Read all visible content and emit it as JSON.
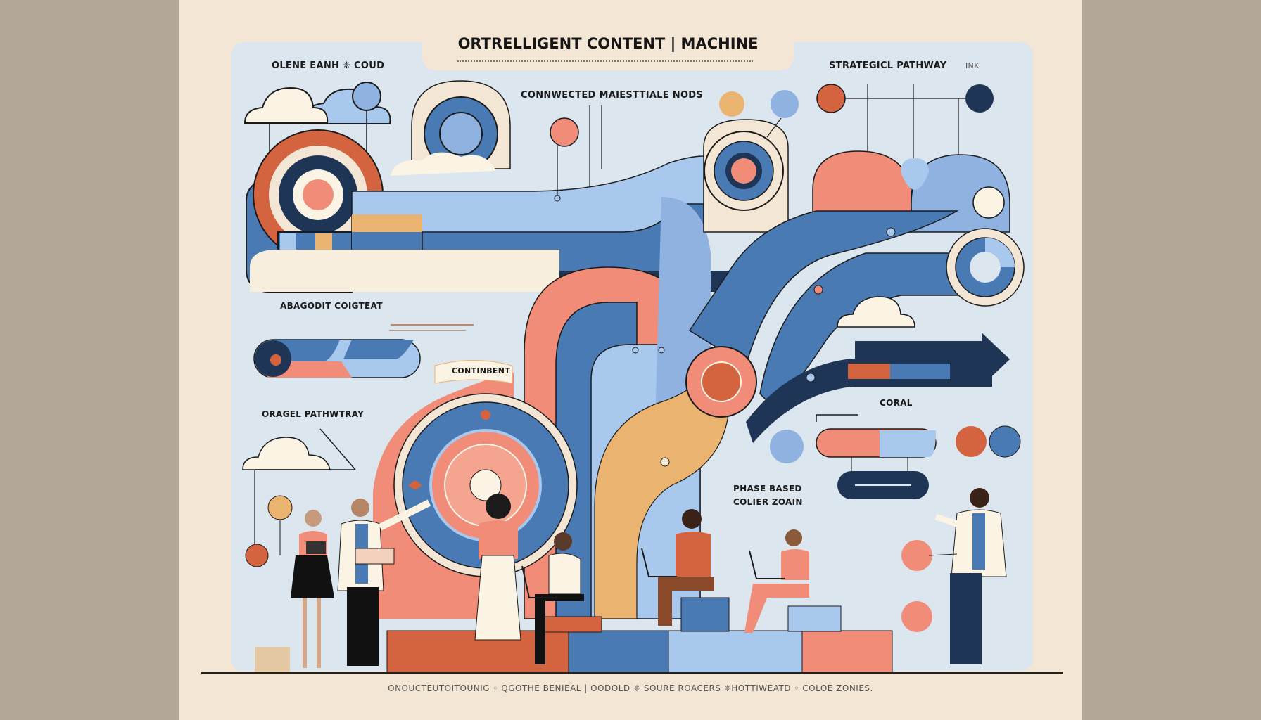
{
  "poster": {
    "title": "ORTRELLIGENT CONTENT | MACHINE",
    "labels": {
      "top_left": "OLENE EANH  ❈ COUD",
      "top_center": "CONNWECTED MAIESTTIALE NODS",
      "top_right": "STRATEGICL PATHWAY",
      "top_right_suffix": "INK",
      "left_mid": "ABAGODIT COIGTEAT",
      "center_arc": "CONTINBENT",
      "left_lower": "ORAGEL PATHWTRAY",
      "right_mid": "CORAL",
      "right_lower_1": "PHASE BASED",
      "right_lower_2": "COLIER ZOAIN"
    },
    "footer": "ONOUCTEUTOITOUNIG ◦  QGOTHE BENIEAL | OODOLD  ❈ SOURE ROACERS  ❈HOTTIWEATD ◦ COLOE ZONIES."
  },
  "palette": {
    "cream": "#f4e6d4",
    "panel_blue": "#dce6ef",
    "light_blue": "#a8c8ee",
    "mid_blue": "#4a7ab4",
    "navy": "#1f3556",
    "coral": "#f08c78",
    "rust": "#d46440",
    "sand": "#eab470",
    "ink": "#1b1b1b"
  },
  "figures": [
    {
      "desc": "woman with tablet, black dress"
    },
    {
      "desc": "bearded man in white coat pointing, holding laptop"
    },
    {
      "desc": "woman in coral cardigan and white skirt"
    },
    {
      "desc": "man seated with laptop, white shirt"
    },
    {
      "desc": "man seated in coral shirt with laptop"
    },
    {
      "desc": "woman seated with laptop, coral top"
    },
    {
      "desc": "man in white coat presenting, right"
    }
  ]
}
